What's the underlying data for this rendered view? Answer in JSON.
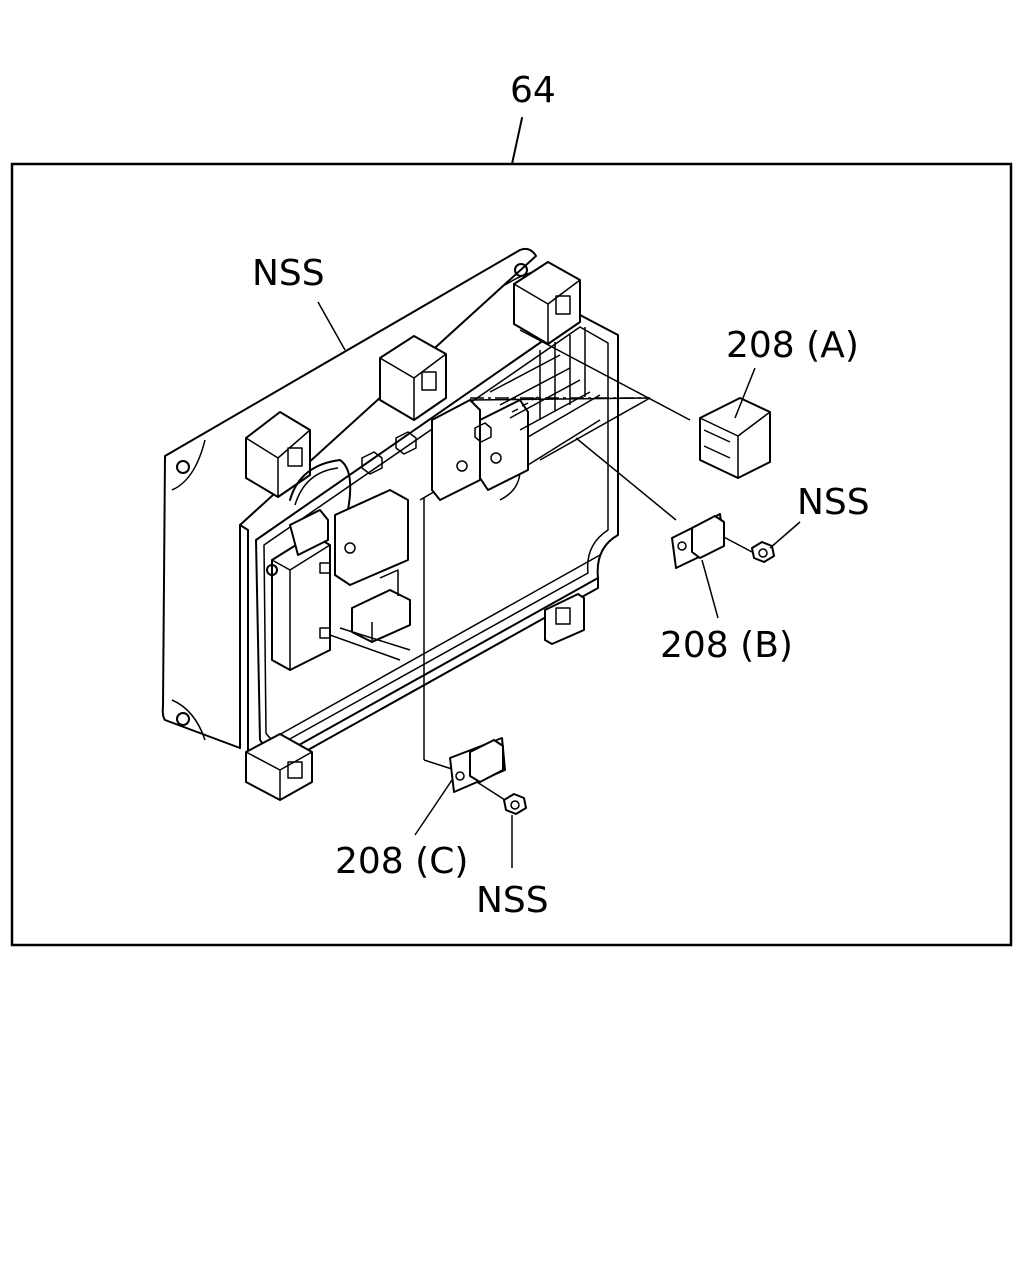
{
  "callout_number": "64",
  "labels": {
    "nss_top": "NSS",
    "part_a": "208 (A)",
    "part_b": "208 (B)",
    "part_c": "208 (C)",
    "nss_nut_b": "NSS",
    "nss_nut_c": "NSS"
  }
}
